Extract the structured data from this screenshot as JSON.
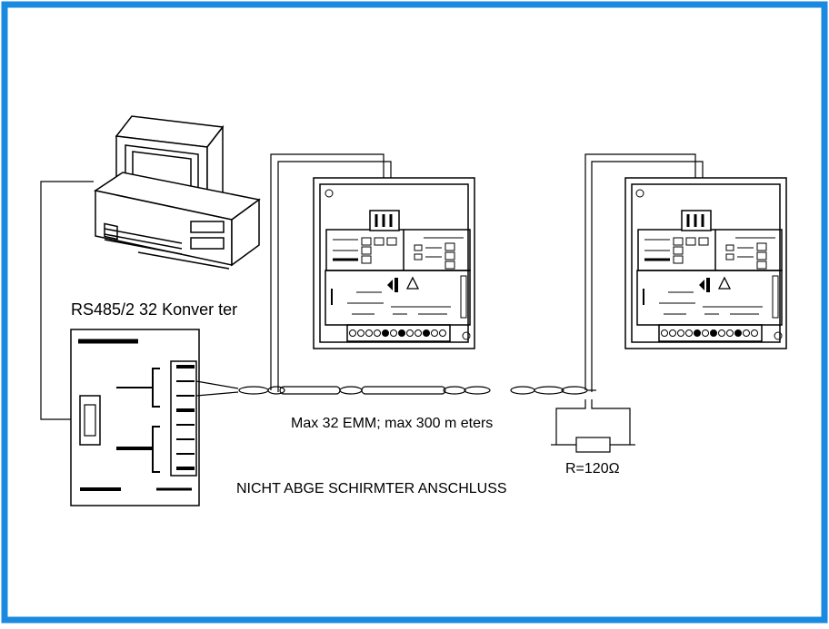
{
  "colors": {
    "border": "#1a8ae0",
    "ink": "#000000",
    "paper": "#ffffff"
  },
  "labels": {
    "converter": "RS485/2 32 Konver ter",
    "cable_spec": "Max 32 EMM;  max  300 m eters",
    "resistor": "R=120Ω",
    "connection": "NICHT ABGE SCHIRMTER ANSCHLUSS"
  },
  "icons": {
    "computer": "desktop-computer-icon",
    "warning": "warning-triangle-icon",
    "brand": "meter-logo-icon"
  }
}
